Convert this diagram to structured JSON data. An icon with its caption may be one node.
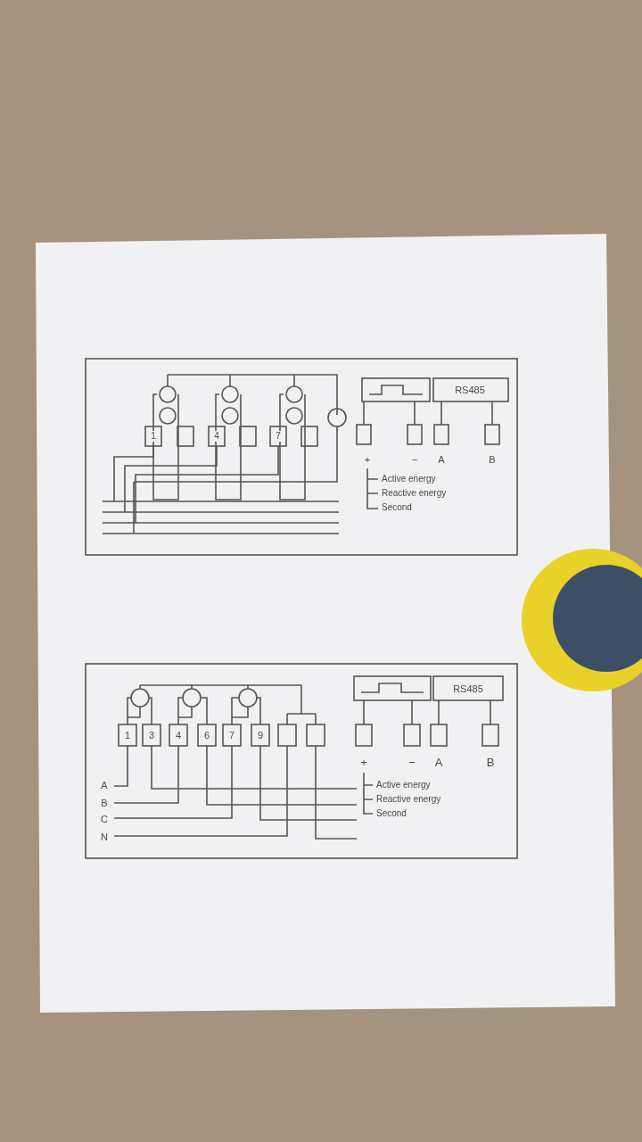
{
  "diagram": {
    "labels": [
      "1",
      "4",
      "7",
      "RS485",
      "+",
      "−",
      "A",
      "B",
      "Active energy",
      "Reactive energy",
      "Second",
      "RS485",
      "1",
      "3",
      "4",
      "6",
      "7",
      "9",
      "+",
      "−",
      "A",
      "B",
      "A",
      "Active energy",
      "B",
      "Reactive energy",
      "C",
      "Second",
      "N"
    ]
  }
}
